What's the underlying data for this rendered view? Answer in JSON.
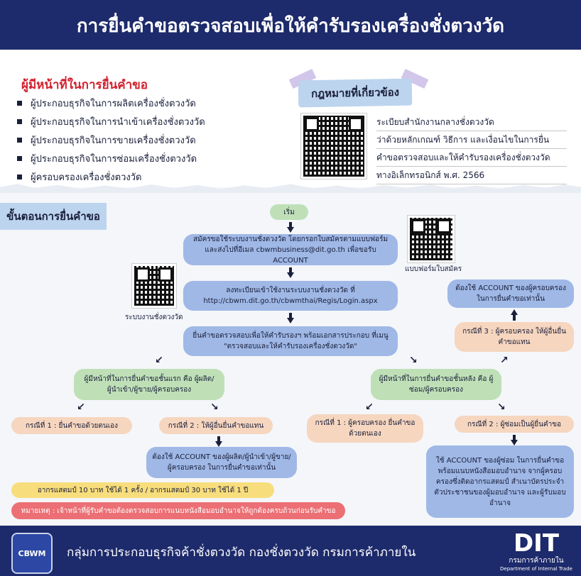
{
  "header": {
    "title": "การยื่นคำขอตรวจสอบเพื่อให้คำรับรองเครื่องชั่งตวงวัด"
  },
  "responsible": {
    "title": "ผู้มีหน้าที่ในการยื่นคำขอ",
    "items": [
      "ผู้ประกอบธุรกิจในการผลิตเครื่องชั่งตวงวัด",
      "ผู้ประกอบธุรกิจในการนำเข้าเครื่องชั่งตวงวัด",
      "ผู้ประกอบธุรกิจในการขายเครื่องชั่งตวงวัด",
      "ผู้ประกอบธุรกิจในการซ่อมเครื่องชั่งตวงวัด",
      "ผู้ครอบครองเครื่องชั่งตวงวัด"
    ]
  },
  "law": {
    "title": "กฎหมายที่เกี่ยวข้อง",
    "lines": [
      "ระเบียบสำนักงานกลางชั่งตวงวัด",
      "ว่าด้วยหลักเกณฑ์ วิธีการ และเงื่อนไขในการยื่น",
      "คำขอตรวจสอบและให้คำรับรองเครื่องชั่งตวงวัด",
      "ทางอิเล็กทรอนิกส์ พ.ศ. 2566"
    ]
  },
  "steps": {
    "title": "ขั้นตอนการยื่นคำขอ",
    "start": "เริ่ม",
    "register": "สมัครขอใช้ระบบงานชั่งตวงวัด โดยกรอกใบสมัครตามแบบฟอร์ม และส่งไปที่อีเมล cbwmbusiness@dit.go.th เพื่อขอรับ ACCOUNT",
    "form_qr_caption": "แบบฟอร์มใบสมัคร",
    "login": "ลงทะเบียนเข้าใช้งานระบบงานชั่งตวงวัด ที่ http://cbwm.dit.go.th/cbwmthai/Regis/Login.aspx",
    "system_qr_caption": "ระบบงานชั่งตวงวัด",
    "submit": "ยื่นคำขอตรวจสอบเพื่อให้คำรับรองฯ พร้อมเอกสารประกอบ ที่เมนู \"ตรวจสอบและให้คำรับรองเครื่องชั่งตวงวัด\"",
    "first_tier": "ผู้มีหน้าที่ในการยื่นคำขอชั้นแรก คือ ผู้ผลิต/ผู้นำเข้า/ผู้ขาย/ผู้ครอบครอง",
    "first_case1": "กรณีที่ 1 : ยื่นคำขอด้วยตนเอง",
    "first_case2": "กรณีที่ 2 : ให้ผู้อื่นยื่นคำขอแทน",
    "first_account": "ต้องใช้ ACCOUNT ของผู้ผลิต/ผู้นำเข้า/ผู้ขาย/ผู้ครอบครอง ในการยื่นคำขอเท่านั้น",
    "later_tier": "ผู้มีหน้าที่ในการยื่นคำขอชั้นหลัง คือ ผู้ซ่อม/ผู้ครอบครอง",
    "later_case1": "กรณีที่ 1 : ผู้ครอบครอง ยื่นคำขอด้วยตนเอง",
    "later_case2": "กรณีที่ 2 : ผู้ซ่อมเป็นผู้ยื่นคำขอ",
    "later_case3": "กรณีที่ 3 : ผู้ครอบครอง ให้ผู้อื่นยื่นคำขอแทน",
    "owner_account": "ต้องใช้ ACCOUNT ของผู้ครอบครอง ในการยื่นคำขอเท่านั้น",
    "repair_account": "ใช้ ACCOUNT ของผู้ซ่อม ในการยื่นคำขอ พร้อมแนบหนังสือมอบอำนาจ จากผู้ครอบครองซึ่งติดอากรแสตมป์ สำเนาบัตรประจำตัวประชาชนของผู้มอบอำนาจ และผู้รับมอบอำนาจ",
    "stamp": "อากรแสตมป์ 10 บาท ใช้ได้ 1 ครั้ง / อากรแสตมป์ 30 บาท ใช้ได้ 1 ปี",
    "note": "หมายเหตุ : เจ้าหน้าที่ผู้รับคำขอต้องตรวจสอบการแนบหนังสือมอบอำนาจให้ถูกต้องครบถ้วนก่อนรับคำขอ"
  },
  "footer": {
    "org": "กลุ่มการประกอบธุรกิจค้าชั่งตวงวัด กองชั่งตวงวัด กรมการค้าภายใน",
    "badge": "CBWM",
    "logo_text": "DIT",
    "logo_th": "กรมการค้าภายใน",
    "logo_en": "Department of Internal Trade"
  },
  "colors": {
    "header_bg": "#1d2a6b",
    "accent_red": "#d3202f",
    "flow_blue": "#9fb8e6",
    "flow_green": "#bfe0b7",
    "flow_peach": "#f6d6bf"
  }
}
